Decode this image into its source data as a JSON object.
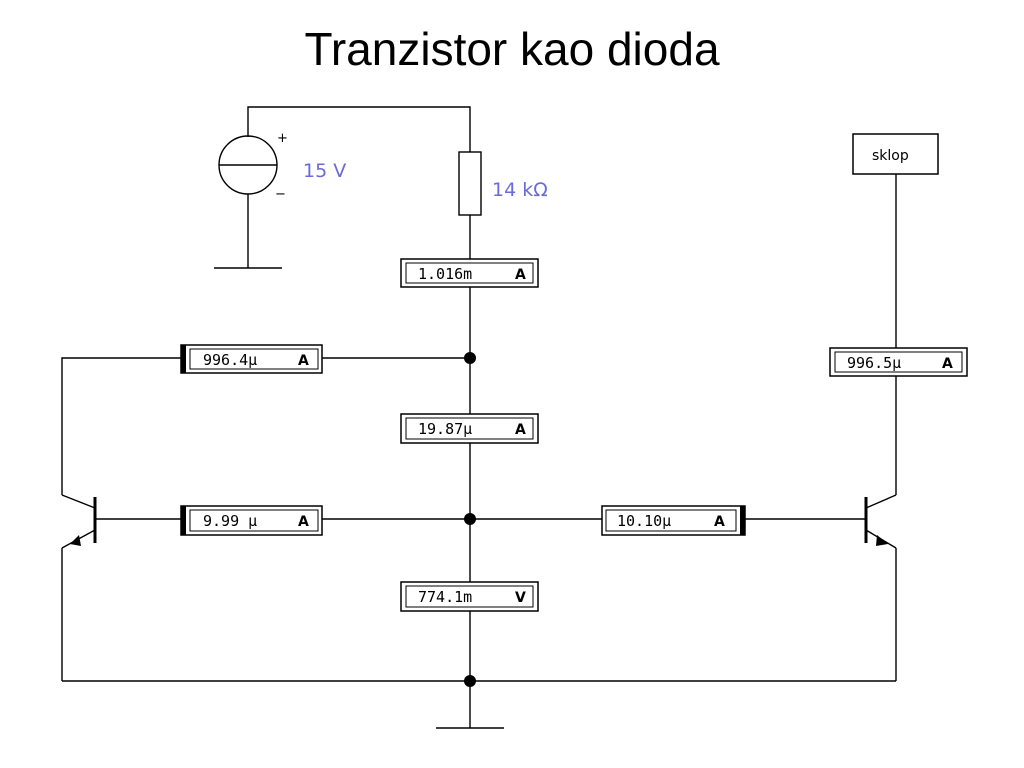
{
  "title": "Tranzistor kao dioda",
  "source": {
    "value": "15 V",
    "plus": "+",
    "minus": "−"
  },
  "resistor": {
    "value": "14 kΩ"
  },
  "switch_box": {
    "label": "sklop"
  },
  "meters": {
    "total_current": {
      "value": "1.016m",
      "unit": "A"
    },
    "left_collector": {
      "value": "996.4μ",
      "unit": "A"
    },
    "right_collector": {
      "value": "996.5μ",
      "unit": "A"
    },
    "base_current": {
      "value": "19.87μ",
      "unit": "A"
    },
    "left_base": {
      "value": "9.99 μ",
      "unit": "A"
    },
    "right_base": {
      "value": "10.10μ",
      "unit": "A"
    },
    "voltage": {
      "value": "774.1m",
      "unit": "V"
    }
  },
  "colors": {
    "label_blue": "#6a6ad8",
    "wire": "#000000"
  }
}
